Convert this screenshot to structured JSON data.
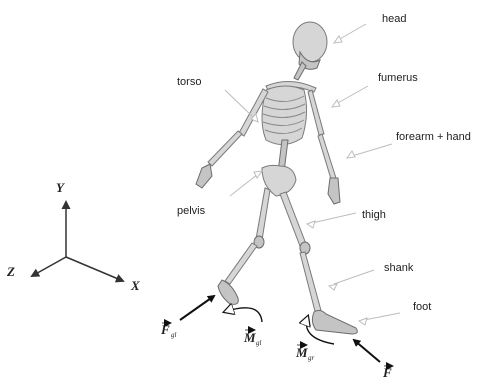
{
  "labels": {
    "head": "head",
    "fumerus": "fumerus",
    "torso": "torso",
    "forearm_hand": "forearm + hand",
    "pelvis": "pelvis",
    "thigh": "thigh",
    "shank": "shank",
    "foot": "foot"
  },
  "axes": {
    "x": "X",
    "y": "Y",
    "z": "Z"
  },
  "forces": {
    "F_left": {
      "symbol": "F",
      "sub": "gl"
    },
    "M_left": {
      "symbol": "M",
      "sub": "gl"
    },
    "M_right": {
      "symbol": "M",
      "sub": "gr"
    },
    "F_right": {
      "symbol": "F",
      "sub": ""
    }
  },
  "colors": {
    "bone": "#d6d6d6",
    "leader": "#bdbdbd",
    "arrow": "#111111"
  }
}
